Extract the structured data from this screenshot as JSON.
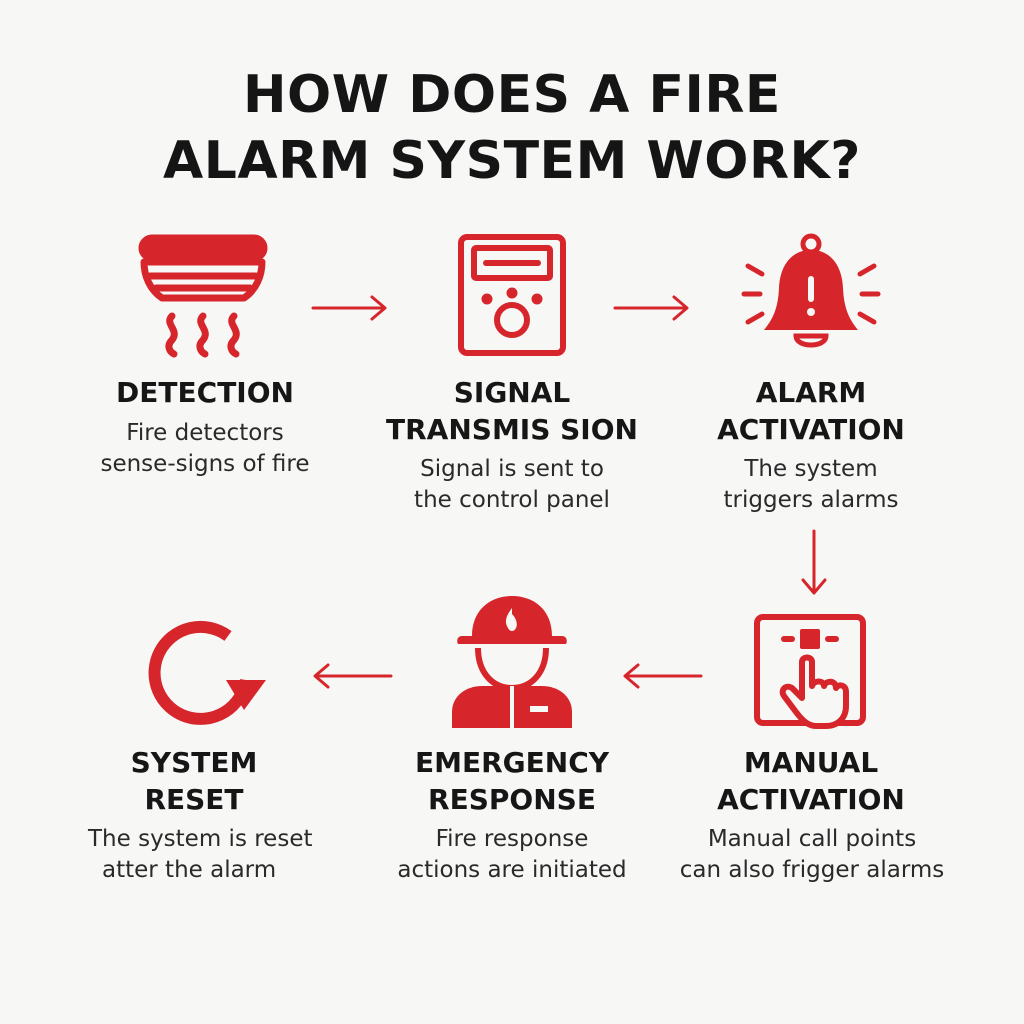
{
  "title": {
    "line1": "HOW DOES A FIRE",
    "line2": "ALARM SYSTEM WORK?"
  },
  "colors": {
    "accent": "#d7262b",
    "text": "#161616",
    "background": "#f7f7f6"
  },
  "steps": [
    {
      "icon": "smoke-detector-icon",
      "title1": "DETECTION",
      "title2": "",
      "desc1": "Fire detectors",
      "desc2": "sense-signs of fire"
    },
    {
      "icon": "control-panel-icon",
      "title1": "SIGNAL",
      "title2": "TRANSMIS SION",
      "desc1": "Signal is sent to",
      "desc2": "the control panel"
    },
    {
      "icon": "alarm-bell-icon",
      "title1": "ALARM",
      "title2": "ACTIVATION",
      "desc1": "The system",
      "desc2": "triggers alarms"
    },
    {
      "icon": "manual-call-point-icon",
      "title1": "MANUAL",
      "title2": "ACTIVATION",
      "desc1": "Manual call points",
      "desc2": "can also frigger alarms"
    },
    {
      "icon": "firefighter-icon",
      "title1": "EMERGENCY",
      "title2": "RESPONSE",
      "desc1": "Fire response",
      "desc2": "actions are initiated"
    },
    {
      "icon": "reset-arrow-icon",
      "title1": "SYSTEM",
      "title2": "RESET",
      "desc1": "The system is reset",
      "desc2": "atter the alarm"
    }
  ]
}
